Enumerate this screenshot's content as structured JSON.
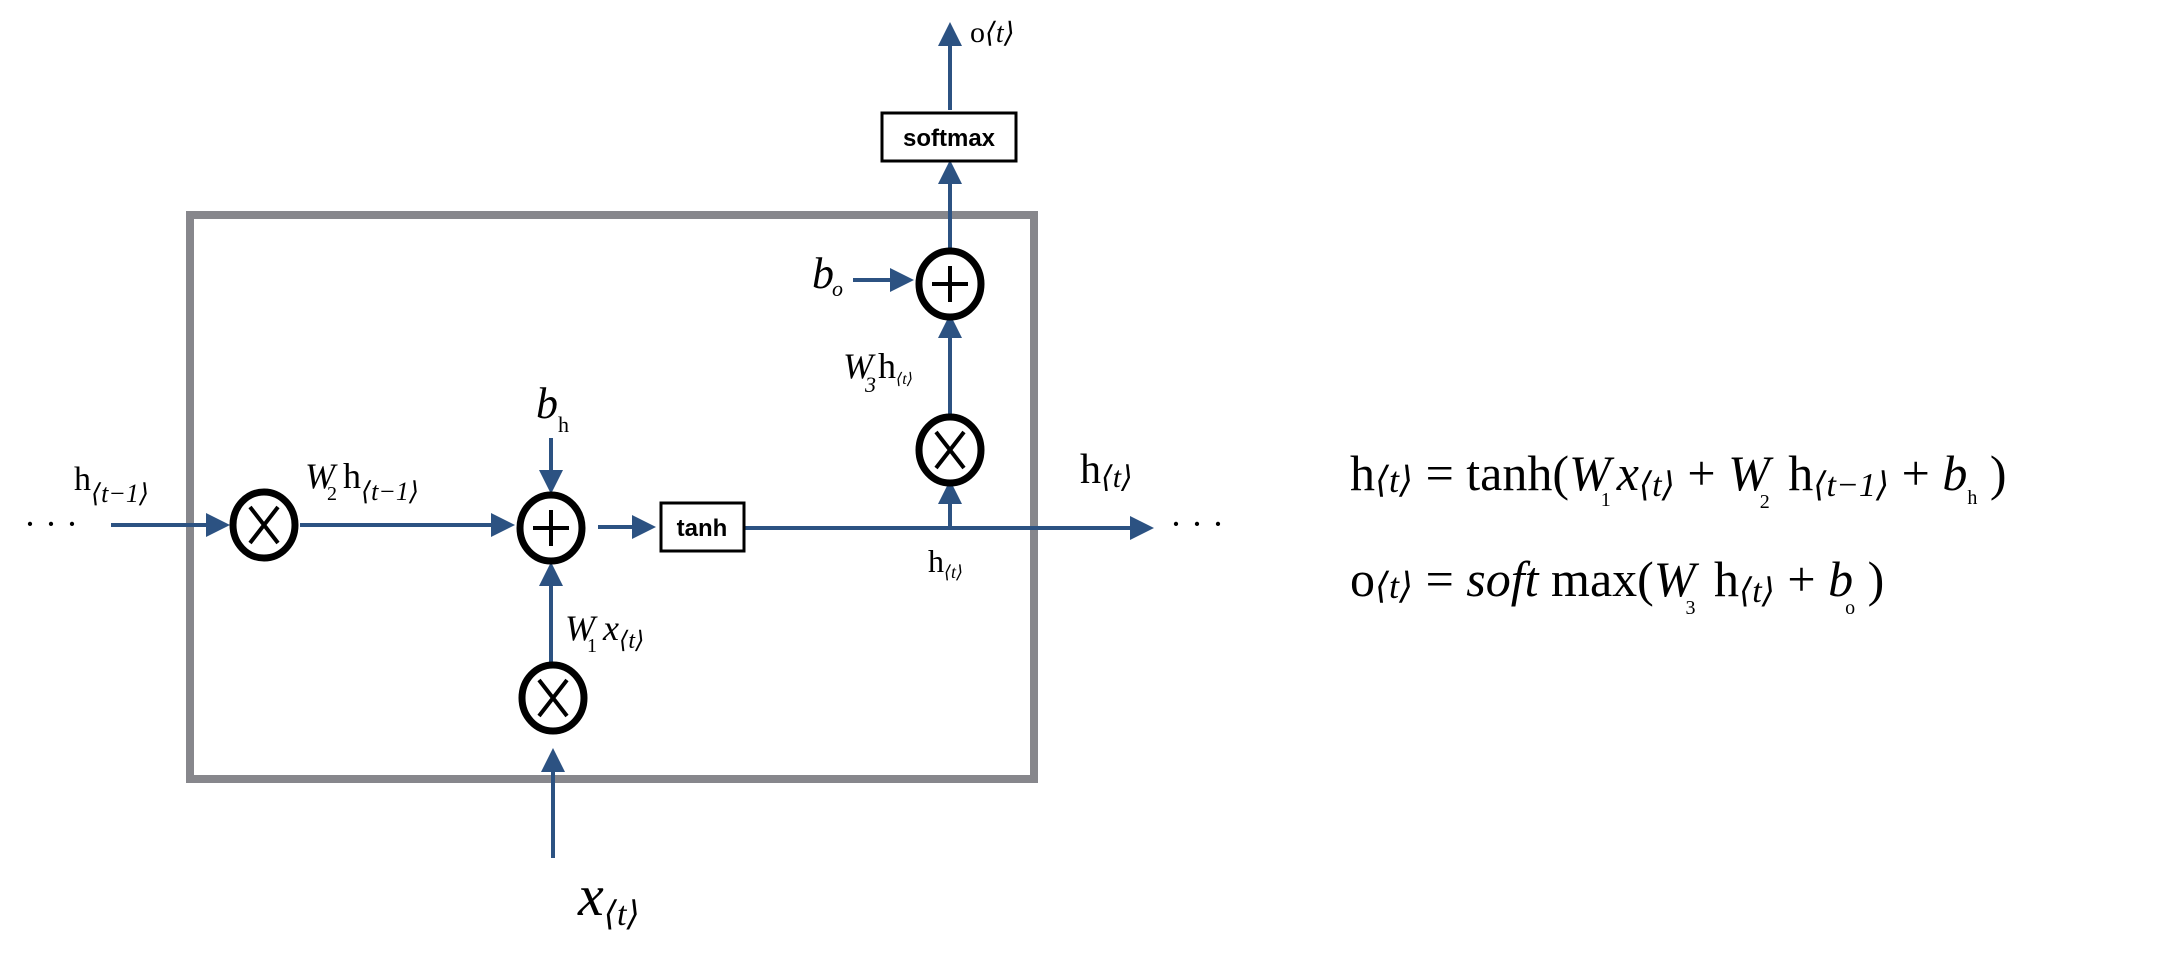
{
  "colors": {
    "arrow": "#2c5282",
    "cell_border": "#87878c",
    "operator": "#000000"
  },
  "diagram": {
    "ellipsis_left": "· · ·",
    "ellipsis_right": "· · ·",
    "h_prev": {
      "main": "h",
      "sub": "⟨t−1⟩"
    },
    "w2_h_prev": {
      "w": "W",
      "w_sub": "2",
      "h": "h",
      "h_sub": "⟨t−1⟩"
    },
    "b_h": {
      "main": "b",
      "sub": "h"
    },
    "w1_x": {
      "w": "W",
      "w_sub": "1",
      "x": "x",
      "x_sub": "⟨t⟩"
    },
    "x_t": {
      "main": "x",
      "sub": "⟨t⟩"
    },
    "tanh_label": "tanh",
    "h_t_below": {
      "main": "h",
      "sub": "⟨t⟩"
    },
    "h_t_right": {
      "main": "h",
      "sub": "⟨t⟩"
    },
    "w3_h": {
      "w": "W",
      "w_sub": "3",
      "h": "h",
      "h_sub": "⟨t⟩"
    },
    "b_o": {
      "main": "b",
      "sub": "o"
    },
    "softmax_label": "softmax",
    "o_t": {
      "main": "o",
      "sub": "⟨t⟩"
    },
    "multiply_icon": "circled-times",
    "add_icon": "circled-plus"
  },
  "equations": {
    "eq1": {
      "lhs": "h",
      "lhs_sub": "⟨t⟩",
      "eq": " = tanh(",
      "w1": "W",
      "w1_sub": "1",
      "x": "x",
      "x_sub": "⟨t⟩",
      "plus1": " + ",
      "w2": "W",
      "w2_sub": "2",
      "h": " h",
      "h_sub": "⟨t−1⟩",
      "plus2": " + ",
      "b": "b",
      "b_sub": "h",
      "close": " )"
    },
    "eq2": {
      "lhs": "o",
      "lhs_sub": "⟨t⟩",
      "eq": " = ",
      "soft": "soft",
      "max": " max(",
      "w3": "W",
      "w3_sub": "3",
      "h": " h",
      "h_sub": "⟨t⟩",
      "plus": " + ",
      "b": "b",
      "b_sub": "o",
      "close": " )"
    }
  }
}
